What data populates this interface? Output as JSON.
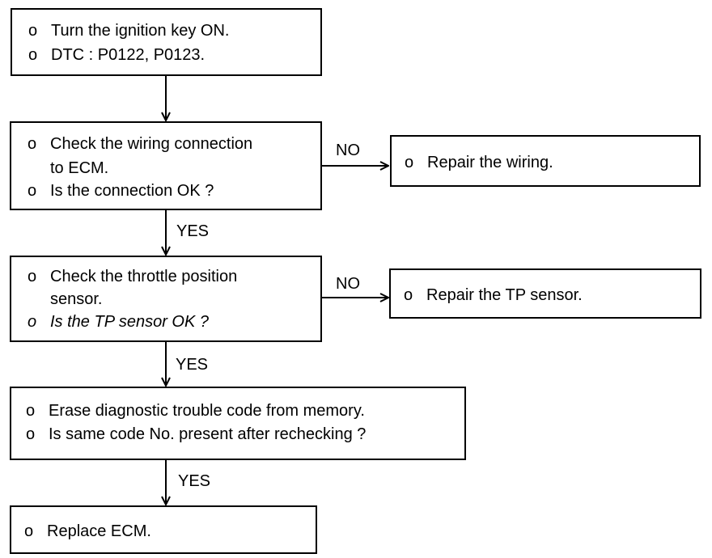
{
  "bullet": "o",
  "step1": {
    "lines": [
      "Turn the ignition key ON.",
      "DTC : P0122, P0123."
    ]
  },
  "step2": {
    "lines": [
      "Check the wiring connection",
      "to ECM.",
      "Is the connection OK ?"
    ],
    "no_label": "NO",
    "yes_label": "YES",
    "no_action": "Repair the wiring."
  },
  "step3": {
    "lines": [
      "Check the throttle position",
      "sensor.",
      "Is the TP sensor OK ?"
    ],
    "no_label": "NO",
    "yes_label": "YES",
    "no_action": "Repair the TP sensor."
  },
  "step4": {
    "lines": [
      "Erase diagnostic trouble code from memory.",
      "Is same code No. present after rechecking ?"
    ],
    "yes_label": "YES"
  },
  "step5": {
    "lines": [
      "Replace ECM."
    ]
  }
}
